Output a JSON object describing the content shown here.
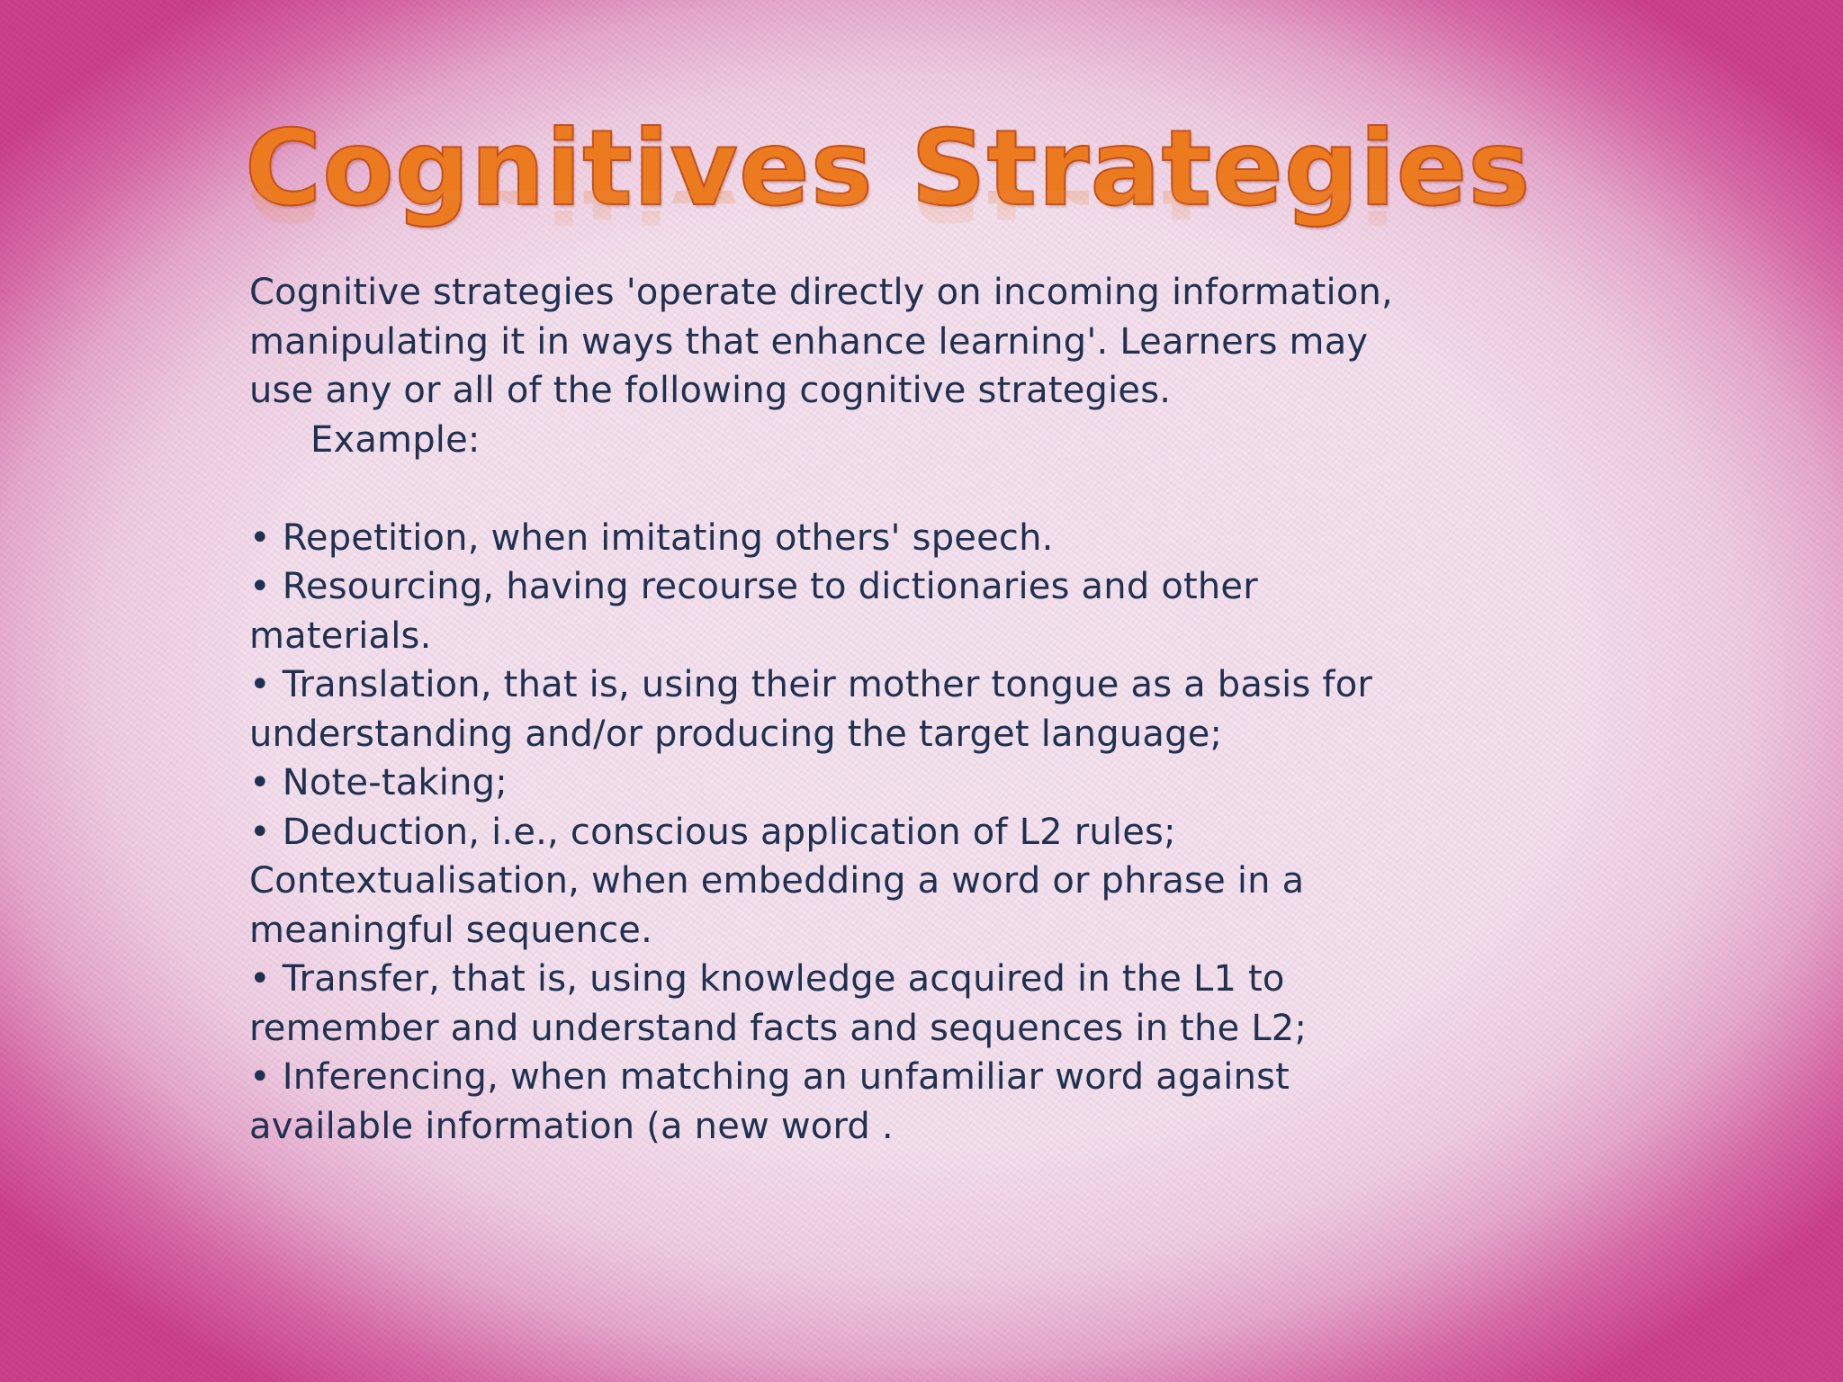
{
  "slide": {
    "title": "Cognitives  Strategies",
    "lines": [
      "Cognitive strategies 'operate directly on incoming information,",
      "manipulating it in ways that enhance learning'. Learners may",
      "use any or all of the following cognitive strategies.",
      "Example:",
      "• Repetition, when imitating others' speech.",
      "• Resourcing,  having recourse to dictionaries and other",
      "materials.",
      "• Translation, that is, using their mother tongue as a basis for",
      "understanding and/or producing the target language;",
      "• Note-taking;",
      "• Deduction, i.e., conscious application of L2 rules;",
      "Contextualisation, when embedding a word or phrase in a",
      "meaningful sequence.",
      "• Transfer, that is, using knowledge acquired in the L1 to",
      "remember and understand facts and sequences in the L2;",
      "• Inferencing, when matching an unfamiliar word against",
      "available information (a new word ."
    ]
  },
  "colors": {
    "title": "#ec7a1f",
    "title_outline": "#c4501a",
    "body_text": "#1f3050",
    "frame": "#cc3f8c",
    "panel": "#f5e0ee"
  }
}
